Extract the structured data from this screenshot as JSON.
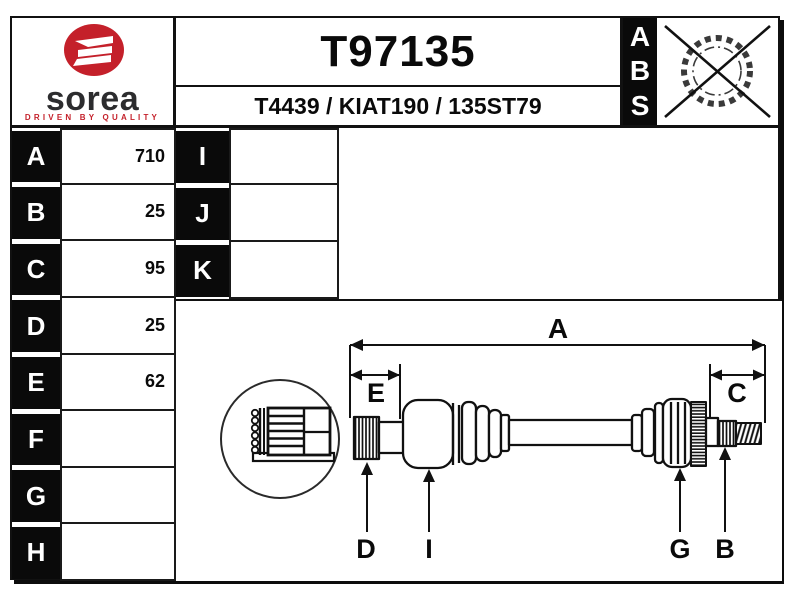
{
  "brand": {
    "name": "sorea",
    "tagline": "DRIVEN BY QUALITY",
    "accent_color": "#c4202a",
    "name_color": "#2c2c2e"
  },
  "header": {
    "part_number": "T97135",
    "references": "T4439 / KIAT190 / 135ST79"
  },
  "abs_panel": {
    "letters": [
      "A",
      "B",
      "S"
    ],
    "status": "crossed-out"
  },
  "dimensions_table": {
    "rows": [
      {
        "label": "A",
        "value": "710"
      },
      {
        "label": "B",
        "value": "25"
      },
      {
        "label": "C",
        "value": "95"
      },
      {
        "label": "D",
        "value": "25"
      },
      {
        "label": "E",
        "value": "62"
      },
      {
        "label": "F",
        "value": ""
      },
      {
        "label": "G",
        "value": ""
      },
      {
        "label": "H",
        "value": ""
      }
    ]
  },
  "extra_table": {
    "rows": [
      {
        "label": "I",
        "value": ""
      },
      {
        "label": "J",
        "value": ""
      },
      {
        "label": "K",
        "value": ""
      }
    ]
  },
  "drawing": {
    "dim_overall": "A",
    "dim_inner": "E",
    "dim_outer": "C",
    "callout_inner_spline": "D",
    "callout_inner_joint": "I",
    "callout_outer_boot": "G",
    "callout_outer_spline": "B"
  }
}
